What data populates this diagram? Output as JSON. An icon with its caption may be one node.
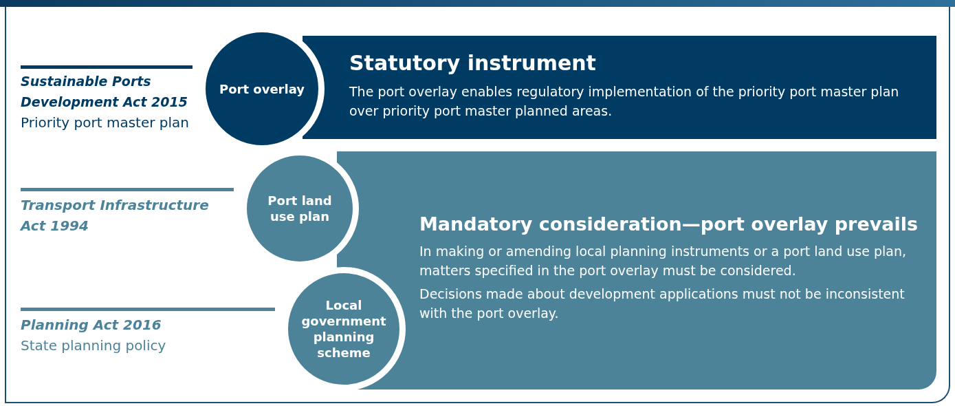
{
  "diagram": {
    "nodes": [
      {
        "text": [
          "Port overlay"
        ],
        "beside": [
          "Sustainable Ports Development Act 2015",
          "Priority port master plan"
        ]
      },
      {
        "text": [
          "Statutory instrument",
          "The port overlay enables regulatory implementation of the priority port master plan over priority port master planned areas."
        ]
      },
      {
        "text": [
          "Port land use plan"
        ],
        "beside": [
          "Transport Infrastructure Act 1994"
        ]
      },
      {
        "text": [
          "Local government planning scheme"
        ],
        "beside": [
          "Planning Act 2016",
          "State planning policy"
        ]
      },
      {
        "text": [
          "Mandatory consideration—port overlay prevails",
          "In making or amending local planning instruments or a port land use plan, matters specified in the port overlay must be considered.",
          "Decisions made about development applications must not be inconsistent with the port overlay."
        ]
      }
    ]
  }
}
